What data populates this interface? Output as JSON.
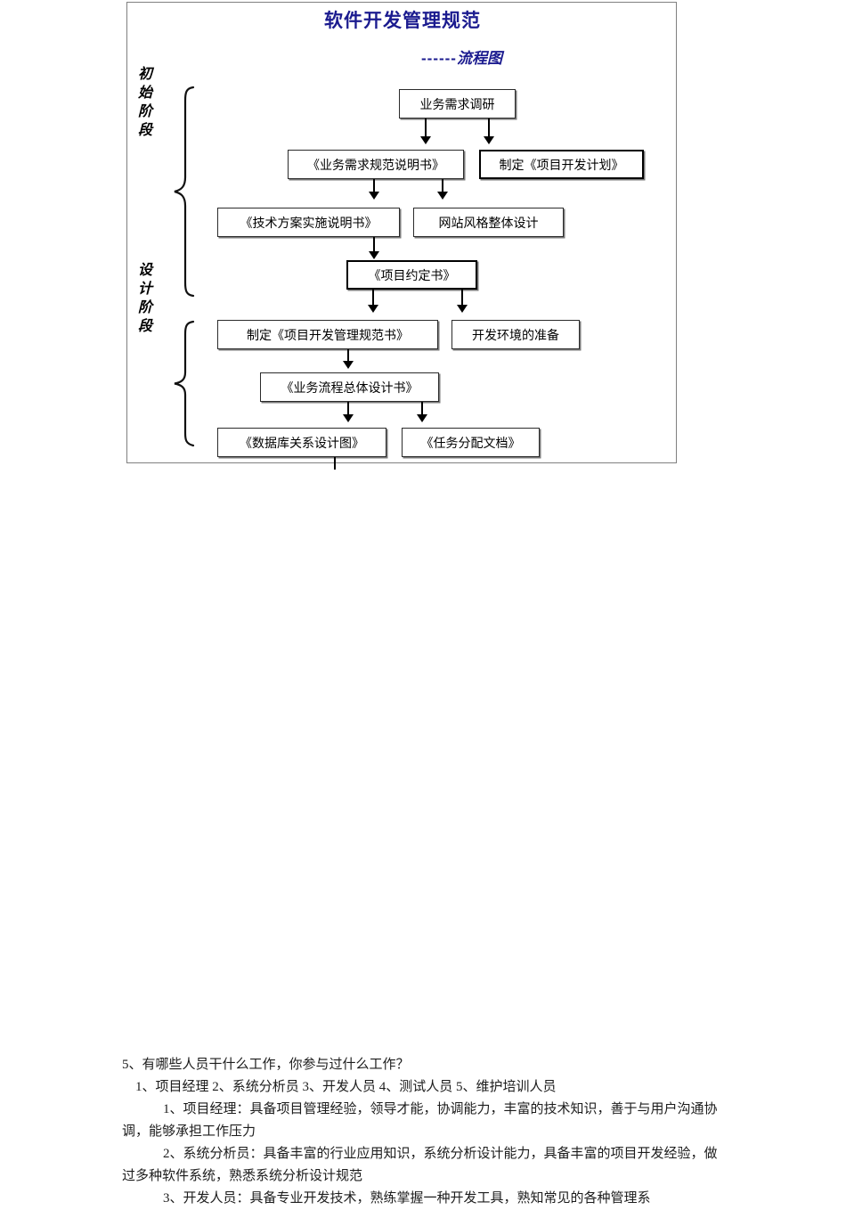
{
  "flowchart": {
    "title": "软件开发管理规范",
    "subtitle_dashes": "------",
    "subtitle": "流程图",
    "phases": [
      {
        "id": "initial",
        "label": "初始阶段"
      },
      {
        "id": "design",
        "label": "设计阶段"
      }
    ],
    "nodes": [
      {
        "id": "n1",
        "label": "业务需求调研"
      },
      {
        "id": "n2",
        "label": "《业务需求规范说明书》"
      },
      {
        "id": "n3",
        "label": "制定《项目开发计划》"
      },
      {
        "id": "n4",
        "label": "《技术方案实施说明书》"
      },
      {
        "id": "n5",
        "label": "网站风格整体设计"
      },
      {
        "id": "n6",
        "label": "《项目约定书》"
      },
      {
        "id": "n7",
        "label": "制定《项目开发管理规范书》"
      },
      {
        "id": "n8",
        "label": "开发环境的准备"
      },
      {
        "id": "n9",
        "label": "《业务流程总体设计书》"
      },
      {
        "id": "n10",
        "label": "《数据库关系设计图》"
      },
      {
        "id": "n11",
        "label": "《任务分配文档》"
      }
    ],
    "colors": {
      "title": "#1b1b8f",
      "box_border": "#2b2b2b",
      "frame_border": "#808080",
      "connector": "#000000"
    }
  },
  "answer": {
    "question": "5、有哪些人员干什么工作，你参与过什么工作？",
    "roles_line": "1、项目经理 2、系统分析员 3、开发人员 4、测试人员 5、维护培训人员",
    "items": [
      "1、项目经理：具备项目管理经验，领导才能，协调能力，丰富的技术知识，善于与用户沟通协调，能够承担工作压力",
      "2、系统分析员：具备丰富的行业应用知识，系统分析设计能力，具备丰富的项目开发经验，做过多种软件系统，熟悉系统分析设计规范",
      "3、开发人员：具备专业开发技术，熟练掌握一种开发工具，熟知常见的各种管理系"
    ]
  }
}
